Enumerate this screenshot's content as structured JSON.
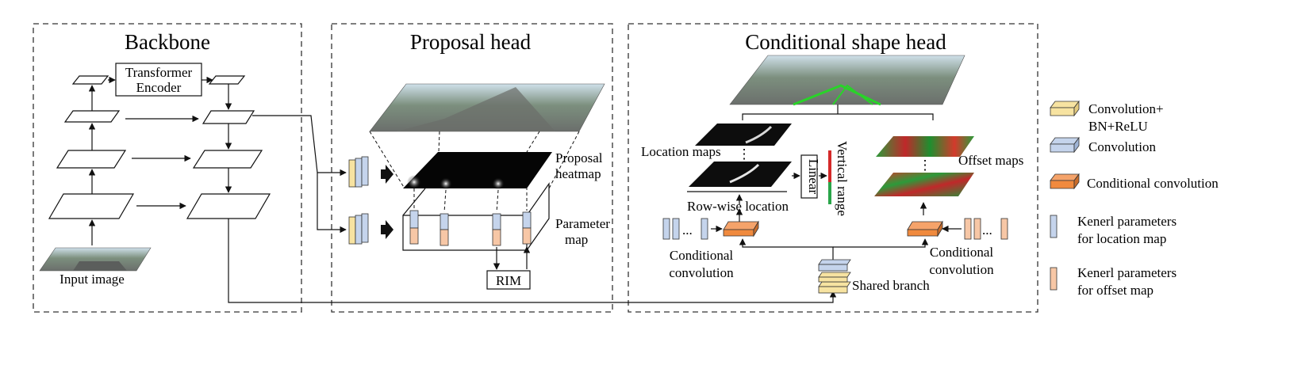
{
  "panels": {
    "backbone": {
      "title": "Backbone"
    },
    "proposal": {
      "title": "Proposal head"
    },
    "shape": {
      "title": "Conditional shape head"
    }
  },
  "backbone": {
    "transformer_line1": "Transformer",
    "transformer_line2": "Encoder",
    "input_image": "Input image"
  },
  "proposal": {
    "heatmap_line1": "Proposal",
    "heatmap_line2": "heatmap",
    "param_line1": "Parameter",
    "param_line2": "map",
    "rim": "RIM"
  },
  "shape": {
    "location_maps": "Location maps",
    "offset_maps": "Offset maps",
    "row_wise": "Row-wise location",
    "linear": "Linear",
    "vertical_range": "Vertical range",
    "cond_conv_left_1": "Conditional",
    "cond_conv_left_2": "convolution",
    "cond_conv_right_1": "Conditional",
    "cond_conv_right_2": "convolution",
    "shared_branch": "Shared branch",
    "dots": "..."
  },
  "legend": [
    {
      "line1": "Convolution+",
      "line2": "BN+ReLU",
      "color": "#f7e3a1"
    },
    {
      "line1": "Convolution",
      "line2": "",
      "color": "#c5d4ec"
    },
    {
      "line1": "Conditional convolution",
      "line2": "",
      "color": "#f08a3e"
    },
    {
      "line1": "Kenerl parameters",
      "line2": "for location map",
      "color": "#c5d4ec"
    },
    {
      "line1": "Kenerl parameters",
      "line2": "for offset map",
      "color": "#f7c7a6"
    }
  ],
  "colors": {
    "bn_relu": "#f7e3a1",
    "conv": "#c5d4ec",
    "cond_conv": "#f08a3e",
    "loc_param": "#c5d4ec",
    "offset_param": "#f7c7a6"
  }
}
